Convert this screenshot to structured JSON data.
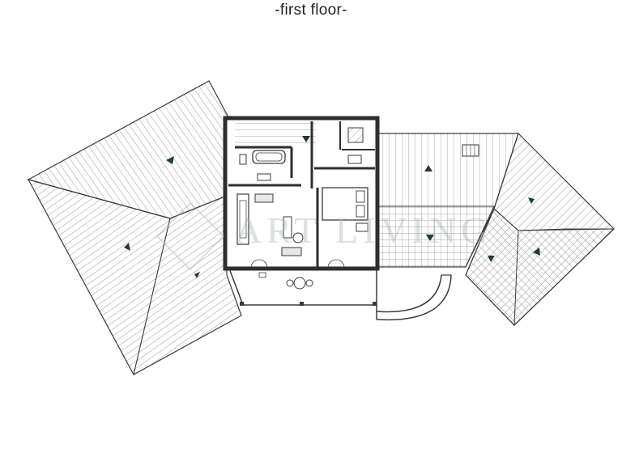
{
  "title": "-first floor-",
  "watermark": "ART LIVING",
  "colors": {
    "line": "#3a3a3a",
    "roof_hatch": "#6f6f6f",
    "arrow": "#1f3b36",
    "background": "#ffffff"
  },
  "roof_sections": [
    {
      "name": "left-upper-roof"
    },
    {
      "name": "left-lower-roof"
    },
    {
      "name": "right-roof"
    },
    {
      "name": "right-hip-roof"
    }
  ],
  "icons": [
    "slope-arrow-icon",
    "bathtub-icon",
    "bed-icon",
    "sofa-icon",
    "table-icon",
    "staircase-icon"
  ]
}
